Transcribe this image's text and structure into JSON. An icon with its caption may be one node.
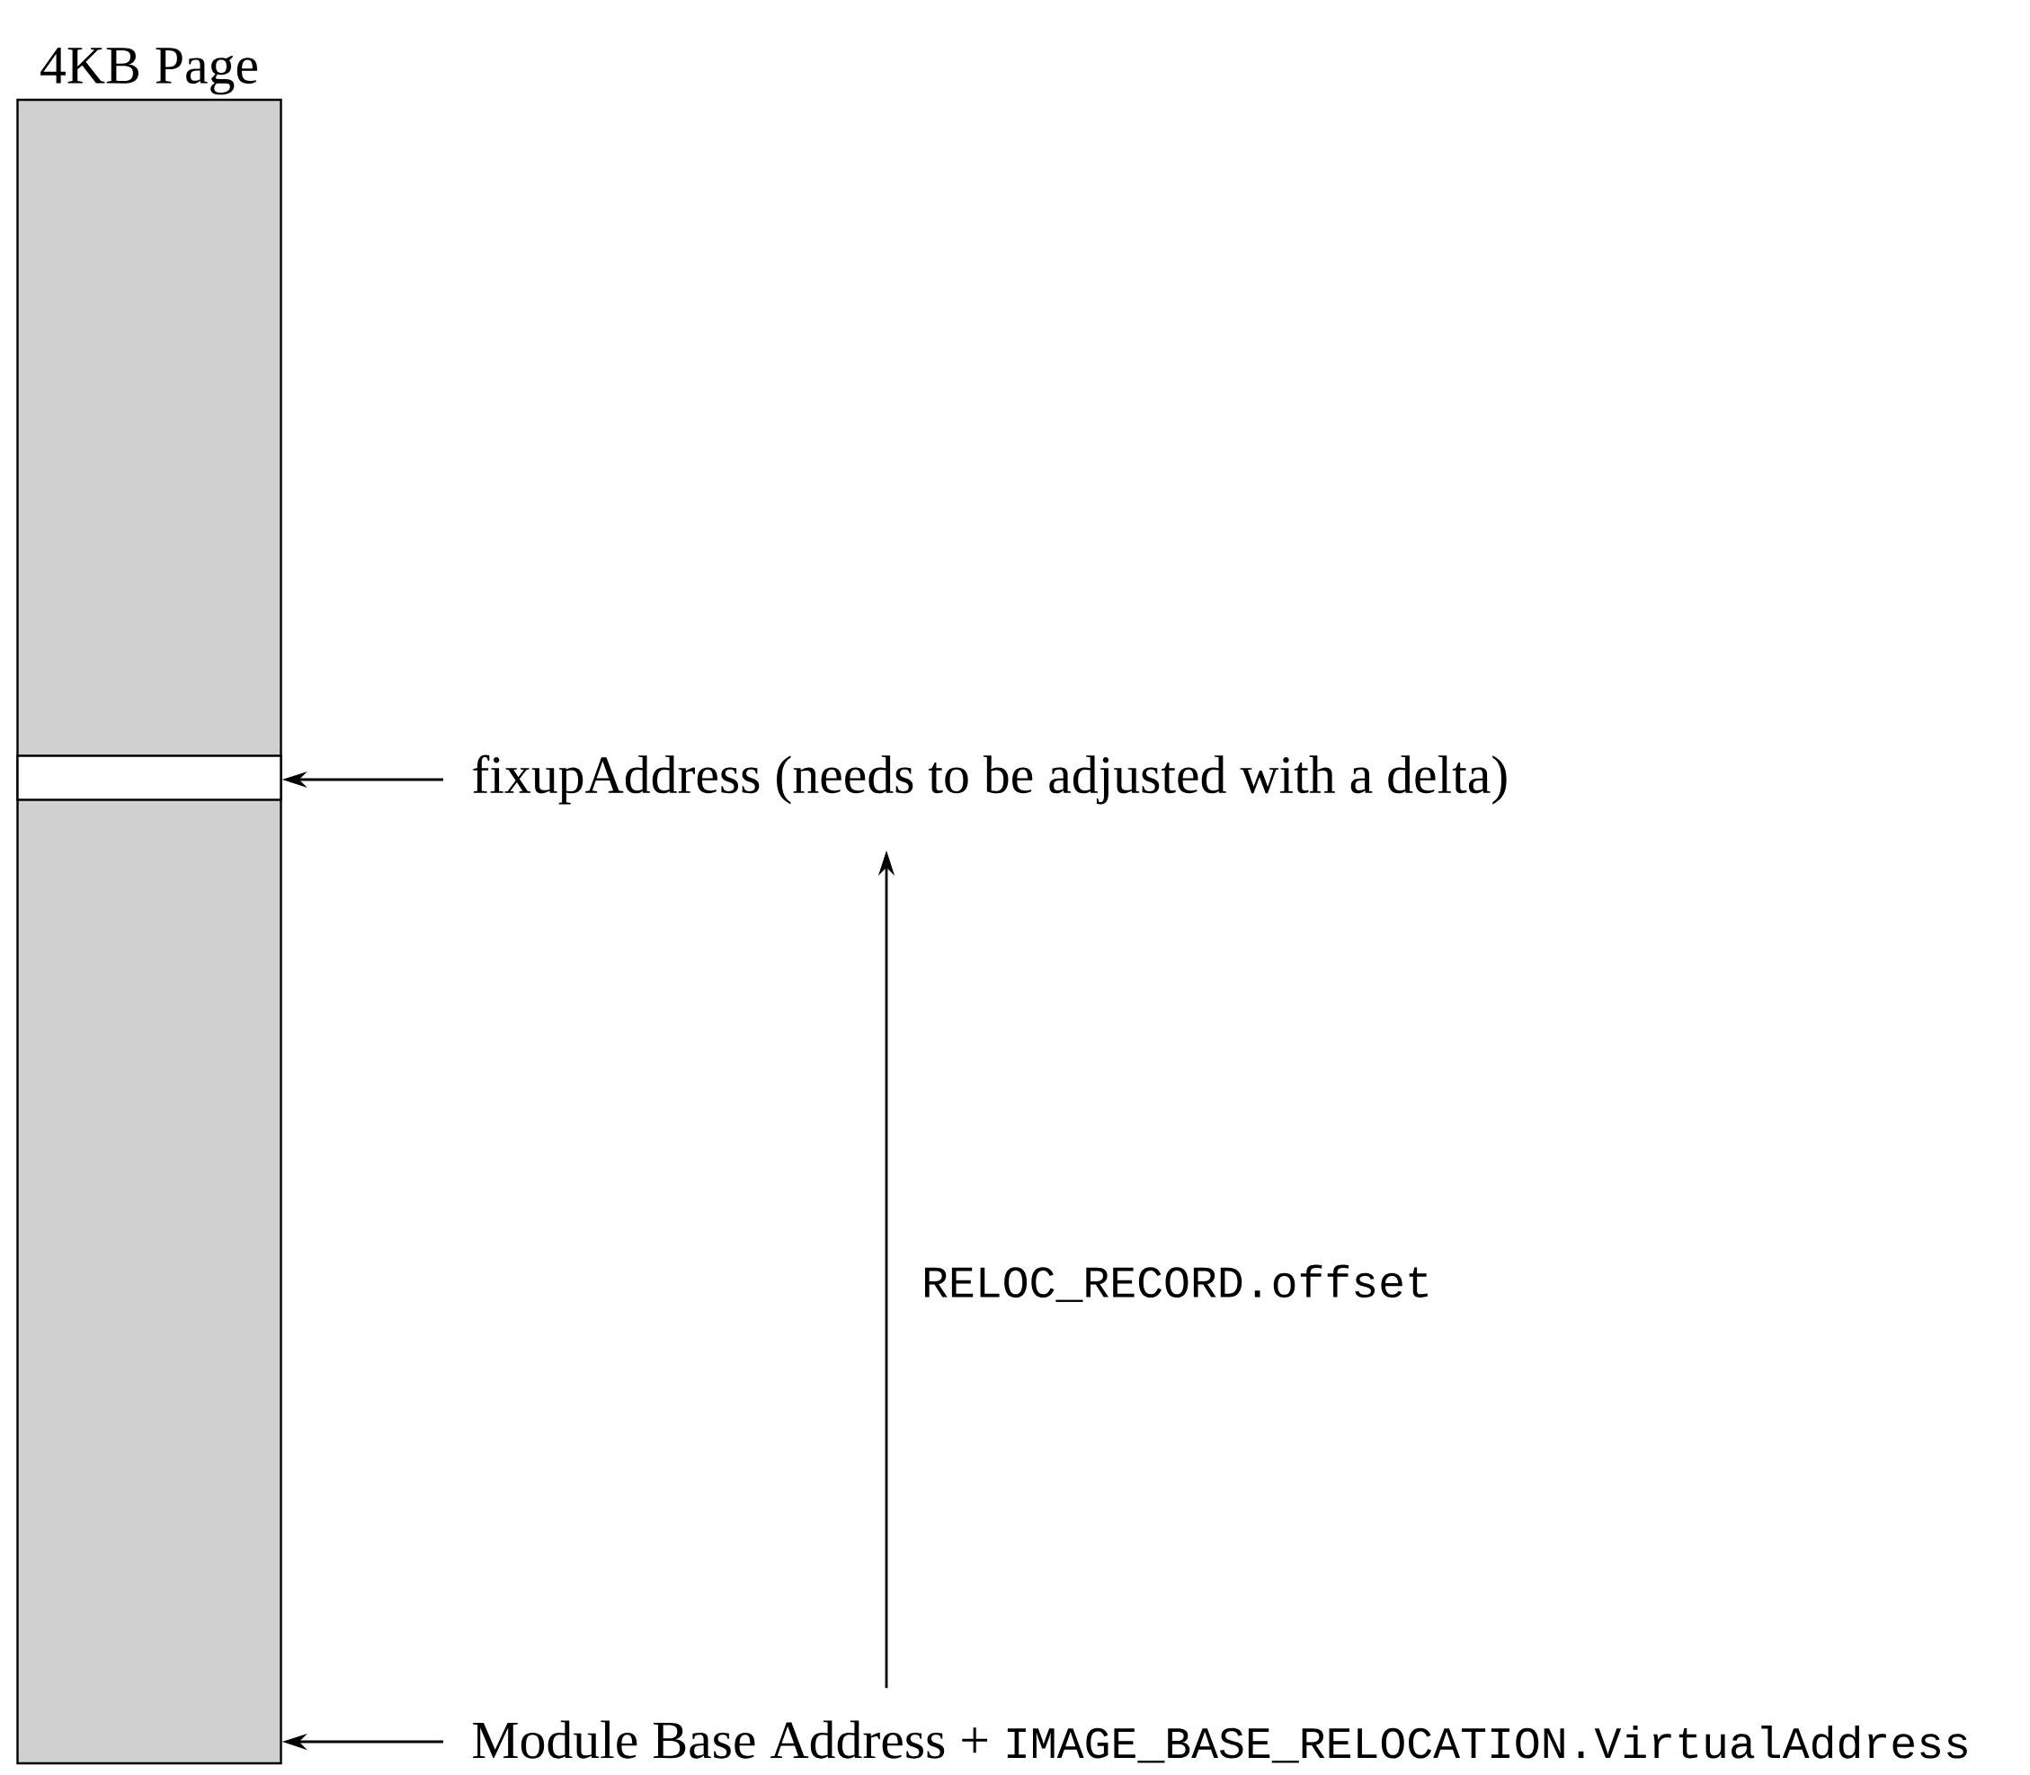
{
  "diagram": {
    "nodes": [
      {
        "text": [
          "4KB Page"
        ]
      },
      {
        "text": [],
        "shape": "bar",
        "in": 0
      },
      {
        "text": [
          "fixupAddress (needs to be adjusted with a delta)"
        ]
      },
      {
        "text": [
          "Module Base Address +",
          "IMAGE_BASE_RELOCATION.VirtualAddress"
        ]
      }
    ],
    "edges": [
      {
        "from": 2,
        "to": 1,
        "arrow": "to"
      },
      {
        "from": 3,
        "to": 0,
        "arrow": "to"
      },
      {
        "from": 3,
        "to": 2,
        "arrow": "to",
        "label": "RELOC_RECORD.offset"
      }
    ]
  }
}
